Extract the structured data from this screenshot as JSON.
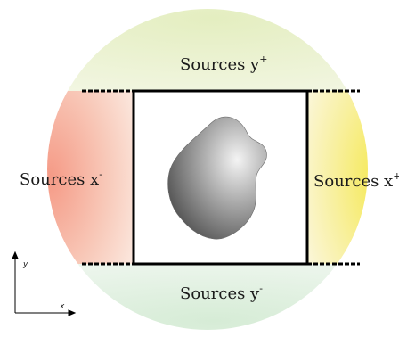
{
  "labels": {
    "top": {
      "main": "Sources y",
      "sup": "+"
    },
    "bottom": {
      "main": "Sources y",
      "sup": "-"
    },
    "left": {
      "main": "Sources x",
      "sup": "-"
    },
    "right": {
      "main": "Sources x",
      "sup": "+"
    }
  },
  "axes": {
    "x_label": "x",
    "y_label": "y"
  },
  "colors": {
    "top_region": "#e6efc6",
    "bottom_region": "#dcefdc",
    "left_region": "#f4a896",
    "right_region": "#f6e860",
    "inner_box_border": "#000000",
    "blob_light": "#f2f2f2",
    "blob_dark": "#5a5a5a"
  }
}
